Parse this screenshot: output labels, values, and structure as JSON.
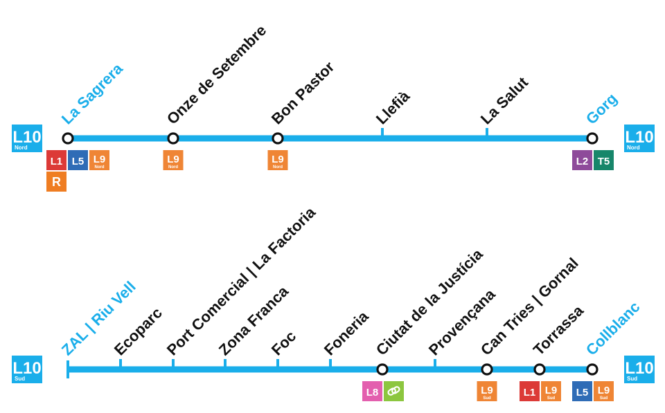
{
  "colors": {
    "line": "#1aaeea",
    "terminus": "#1aaeea",
    "station": "#111111",
    "L1": "#dc3a37",
    "L2": "#8e4b9a",
    "L5": "#2f6cb6",
    "L8": "#e35fae",
    "L9": "#ef8535",
    "T5": "#17866a",
    "R": "#ef7d22",
    "FGC": "#8cc63f"
  },
  "north": {
    "line_badge": {
      "code": "L10",
      "branch": "Nord"
    },
    "stations": [
      {
        "name": "La Sagrera",
        "terminus": true,
        "interchange": true,
        "connections": [
          [
            "L1",
            "L5",
            "L9|Nord"
          ],
          [
            "R"
          ]
        ]
      },
      {
        "name": "Onze de Setembre",
        "terminus": false,
        "interchange": true,
        "connections": [
          [
            "L9|Nord"
          ]
        ]
      },
      {
        "name": "Bon Pastor",
        "terminus": false,
        "interchange": true,
        "connections": [
          [
            "L9|Nord"
          ]
        ]
      },
      {
        "name": "Llefià",
        "terminus": false,
        "interchange": false,
        "connections": []
      },
      {
        "name": "La Salut",
        "terminus": false,
        "interchange": false,
        "connections": []
      },
      {
        "name": "Gorg",
        "terminus": true,
        "interchange": true,
        "connections": [
          [
            "L2",
            "T5"
          ]
        ]
      }
    ]
  },
  "south": {
    "line_badge": {
      "code": "L10",
      "branch": "Sud"
    },
    "stations": [
      {
        "name": "ZAL | Riu Vell",
        "terminus": true,
        "interchange": false,
        "connections": []
      },
      {
        "name": "Ecoparc",
        "terminus": false,
        "interchange": false,
        "connections": []
      },
      {
        "name": "Port Comercial | La Factoria",
        "terminus": false,
        "interchange": false,
        "connections": []
      },
      {
        "name": "Zona Franca",
        "terminus": false,
        "interchange": false,
        "connections": []
      },
      {
        "name": "Foc",
        "terminus": false,
        "interchange": false,
        "connections": []
      },
      {
        "name": "Foneria",
        "terminus": false,
        "interchange": false,
        "connections": []
      },
      {
        "name": "Ciutat de la Justícia",
        "terminus": false,
        "interchange": true,
        "connections": [
          [
            "L8",
            "FGC"
          ]
        ]
      },
      {
        "name": "Provençana",
        "terminus": false,
        "interchange": false,
        "connections": []
      },
      {
        "name": "Can Tries | Gornal",
        "terminus": false,
        "interchange": true,
        "connections": [
          [
            "L9|Sud"
          ]
        ]
      },
      {
        "name": "Torrassa",
        "terminus": false,
        "interchange": true,
        "connections": [
          [
            "L1",
            "L9|Sud"
          ]
        ]
      },
      {
        "name": "Collblanc",
        "terminus": true,
        "interchange": true,
        "connections": [
          [
            "L5",
            "L9|Sud"
          ]
        ]
      }
    ]
  }
}
